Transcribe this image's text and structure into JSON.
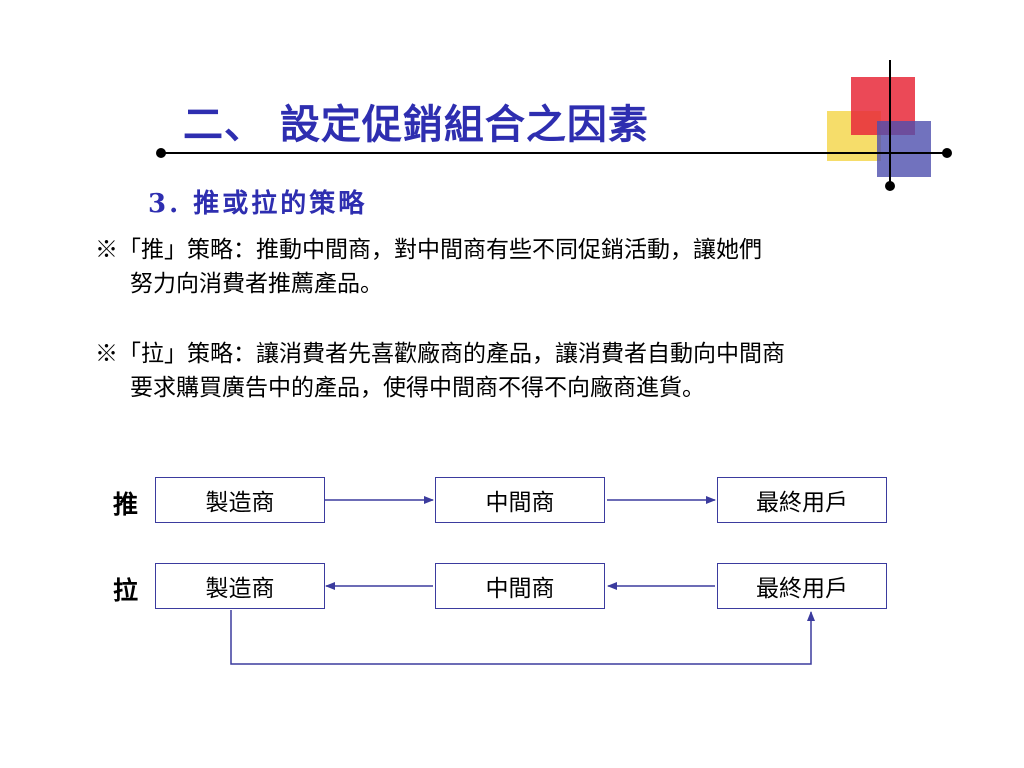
{
  "slide": {
    "title": "二、 設定促銷組合之因素",
    "subtitle": "3. 推或拉的策略",
    "push_para": {
      "line1": "※「推」策略：推動中間商，對中間商有些不同促銷活動，讓她們",
      "line2": "努力向消費者推薦產品。"
    },
    "pull_para": {
      "line1": "※「拉」策略：讓消費者先喜歡廠商的產品，讓消費者自動向中間商",
      "line2": "要求購買廣告中的產品，使得中間商不得不向廠商進貨。"
    }
  },
  "diagram": {
    "push_row": {
      "label": "推",
      "boxes": [
        "製造商",
        "中間商",
        "最終用戶"
      ]
    },
    "pull_row": {
      "label": "拉",
      "boxes": [
        "製造商",
        "中間商",
        "最終用戶"
      ]
    }
  },
  "colors": {
    "title": "#2e2eb0",
    "box_border": "#3b3b9e",
    "arrow": "#3b3b9e",
    "deco_yellow": "#f5d95a",
    "deco_red": "#e8293a",
    "deco_blue": "#4d4fae"
  }
}
